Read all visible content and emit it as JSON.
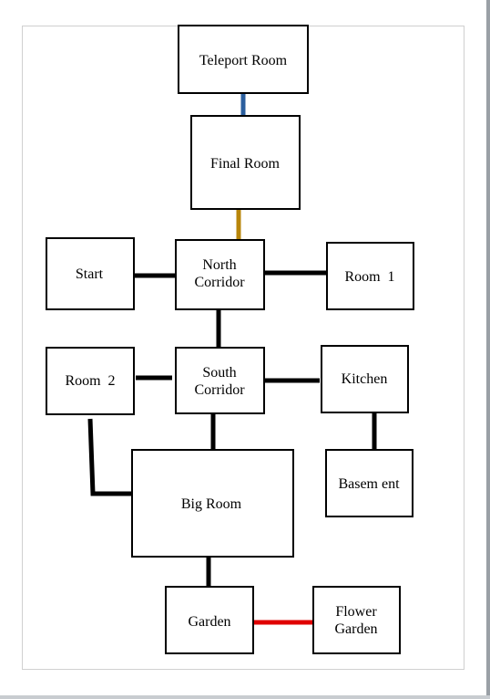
{
  "rooms": {
    "teleport_room": "Teleport Room",
    "final_room": "Final Room",
    "start": "Start",
    "north_corridor": [
      "North",
      "Corridor"
    ],
    "room_1": "Room  1",
    "room_2": "Room  2",
    "south_corridor": [
      "South",
      "Corridor"
    ],
    "kitchen": "Kitchen",
    "basement": "Basem ent",
    "big_room": "Big Room",
    "garden": "Garden",
    "flower_garden": [
      "Flower",
      "Garden"
    ]
  },
  "colors": {
    "box_border": "#000000",
    "connector_default": "#000000",
    "connector_teleport": "#2b5f9e",
    "connector_final": "#b8860b",
    "connector_flower": "#e00000"
  }
}
